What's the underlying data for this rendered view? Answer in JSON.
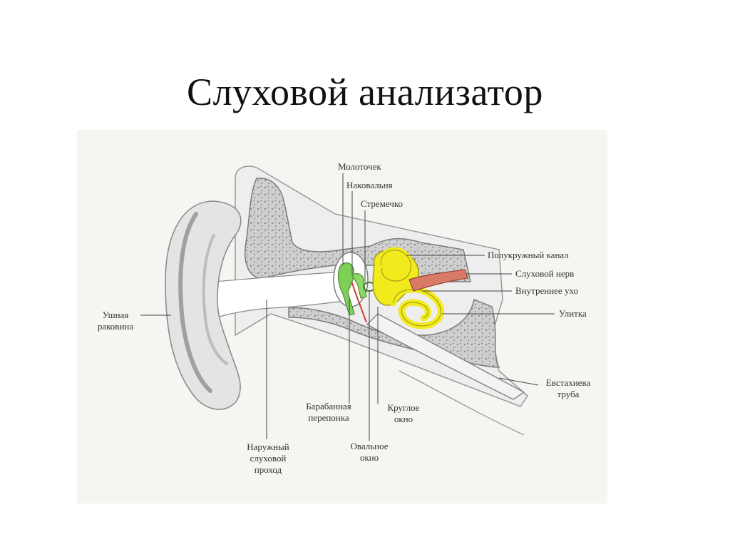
{
  "title": "Слуховой анализатор",
  "colors": {
    "ossicles": "#7ecf55",
    "inner_ear": "#f1ea1c",
    "nerve": "#d87a66",
    "bone_fill": "#d6d6d6",
    "tissue": "#ececec",
    "eardrum": "#d8392b"
  },
  "labels": {
    "hammer": "Молоточек",
    "anvil": "Наковальня",
    "stirrup": "Стремечко",
    "semicircular_canal": "Полукружный канал",
    "auditory_nerve": "Слуховой нерв",
    "inner_ear": "Внутреннее ухо",
    "cochlea": "Улитка",
    "eustachian_tube": [
      "Евстахиева",
      "труба"
    ],
    "auricle": [
      "Ушная",
      "раковина"
    ],
    "eardrum": [
      "Барабанная",
      "перепонка"
    ],
    "round_window": [
      "Круглое",
      "окно"
    ],
    "oval_window": [
      "Овальное",
      "окно"
    ],
    "ear_canal": [
      "Наружный",
      "слуховой",
      "проход"
    ]
  }
}
